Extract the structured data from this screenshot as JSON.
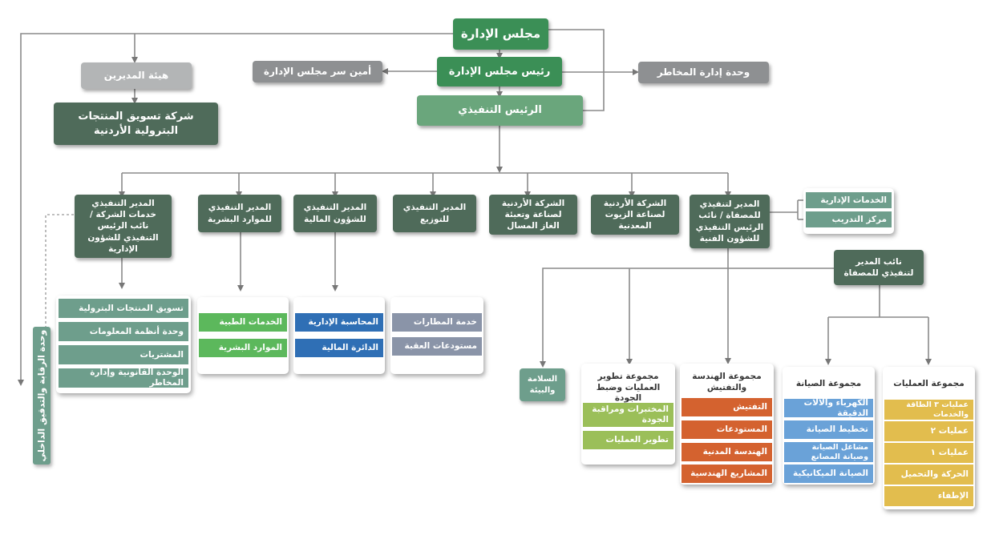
{
  "board": "مجلس الإدارة",
  "chairman": "رئيس مجلس الإدارة",
  "board_secretary": "أمين سر مجلس الإدارة",
  "risk_unit": "وحدة إدارة المخاطر",
  "ceo": "الرئيس التنفيذي",
  "directors_authority": "هيئة المديرين",
  "marketing_company": "شركة تسويق المنتجات البترولية الأردنية",
  "internal_audit": "وحدة الرقابة والتدقيق الداخلي",
  "executives": {
    "shared_services": "المدير التنفيذي خدمات الشركة / نائب الرئيس التنفيذي للشؤون الإدارية",
    "hr": "المدير التنفيذي للموارد البشرية",
    "finance": "المدير التنفيذي للشؤون المالية",
    "distribution": "المدير التنفيذي للتوزيع",
    "lpg": "الشركة الأردنية لصناعة وتعبئة الغاز المسال",
    "lube": "الشركة الأردنية لصناعة الزيوت المعدنية",
    "refinery": "المدير لتنفيذي للمصفاة / نائب الرئيس التنفيذي للشؤون الفنية"
  },
  "refinery_side": {
    "admin_services": "الخدمات الإدارية",
    "training": "مركز التدريب"
  },
  "deputy_refinery": "نائب المدير لتنفيذي للمصفاة",
  "safety": "السلامة والبيئة",
  "lists": {
    "shared": [
      "تسويق المنتجات البترولية",
      "وحدة أنظمة المعلومات",
      "المشتريات",
      "الوحدة القانونية وإدارة المخاطر"
    ],
    "hr": [
      "الخدمات الطبية",
      "الموارد البشرية"
    ],
    "finance": [
      "المحاسبة الإدارية",
      "الدائرة المالية"
    ],
    "distribution": [
      "خدمة المطارات",
      "مستودعات العقبة"
    ]
  },
  "groups": {
    "development": {
      "title": "مجموعة تطوير العمليات وضبط الجودة",
      "items": [
        "المختبرات ومراقبة الجودة",
        "تطوير العمليات"
      ]
    },
    "engineering": {
      "title": "مجموعة الهندسة والتفتيش",
      "items": [
        "التفتيش",
        "المستودعات",
        "الهندسة المدنية",
        "المشاريع الهندسية"
      ]
    },
    "maintenance": {
      "title": "مجموعة الصيانة",
      "items": [
        "الكهرباء والآلات الدقيقة",
        "تخطيط الصيانة",
        "مشاغل الصيانة وصيانة المصانع",
        "الصيانة الميكانيكية"
      ]
    },
    "operations": {
      "title": "مجموعة العمليات",
      "items": [
        "عمليات ٣ الطاقة والخدمات",
        "عمليات ٢",
        "عمليات ١",
        "الحركة والتحميل",
        "الإطفاء"
      ]
    }
  }
}
